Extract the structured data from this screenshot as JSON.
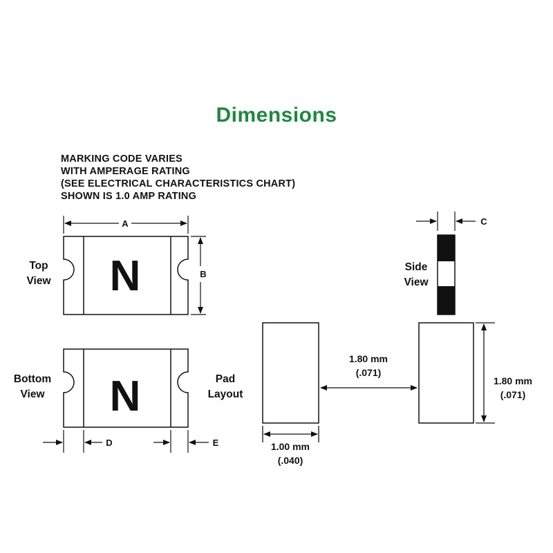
{
  "title": "Dimensions",
  "colors": {
    "title": "#1a8a3c",
    "line": "#111111",
    "marking": "#111111"
  },
  "note_lines": [
    "MARKING CODE VARIES",
    "WITH AMPERAGE RATING",
    "(SEE ELECTRICAL CHARACTERISTICS CHART)",
    "SHOWN IS 1.0 AMP RATING"
  ],
  "views": {
    "top": {
      "line1": "Top",
      "line2": "View",
      "marking": "N"
    },
    "bottom": {
      "line1": "Bottom",
      "line2": "View",
      "marking": "N"
    },
    "side": {
      "line1": "Side",
      "line2": "View"
    },
    "pad": {
      "line1": "Pad",
      "line2": "Layout"
    }
  },
  "dimension_labels": {
    "a": "A",
    "b": "B",
    "c": "C",
    "d": "D",
    "e": "E"
  },
  "pad_dimensions": {
    "gap": {
      "mm": "1.80 mm",
      "inch": "(.071)"
    },
    "height": {
      "mm": "1.80 mm",
      "inch": "(.071)"
    },
    "width": {
      "mm": "1.00 mm",
      "inch": "(.040)"
    }
  }
}
